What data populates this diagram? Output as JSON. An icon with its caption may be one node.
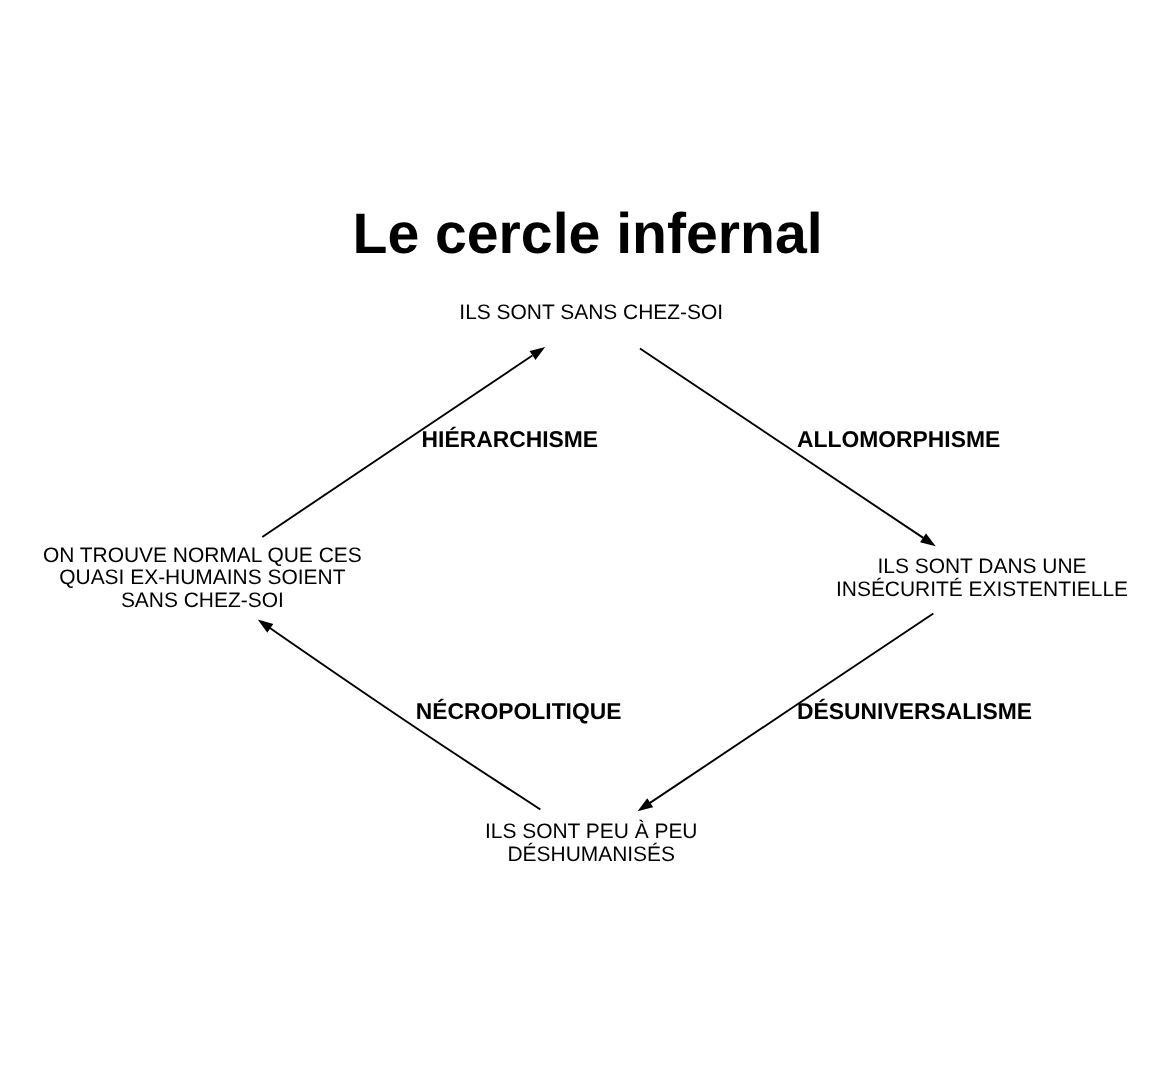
{
  "diagram": {
    "title": "Le cercle infernal",
    "nodes": [
      {
        "text": [
          "ILS SONT SANS CHEZ-SOI"
        ]
      },
      {
        "text": [
          "ILS SONT DANS UNE INSÉCURITÉ EXISTENTIELLE"
        ]
      },
      {
        "text": [
          "ILS SONT PEU À PEU DÉSHUMANISÉS"
        ]
      },
      {
        "text": [
          "ON TROUVE NORMAL QUE CES QUASI EX-HUMAINS SOIENT SANS CHEZ-SOI"
        ]
      }
    ],
    "edges": [
      {
        "from": 0,
        "to": 1,
        "arrow": "to",
        "label": "ALLOMORPHISME"
      },
      {
        "from": 1,
        "to": 2,
        "arrow": "to",
        "label": "DÉSUNIVERSALISME"
      },
      {
        "from": 2,
        "to": 3,
        "arrow": "to",
        "label": "NÉCROPOLITIQUE"
      },
      {
        "from": 3,
        "to": 0,
        "arrow": "to",
        "label": "HIÉRARCHISME"
      }
    ]
  }
}
